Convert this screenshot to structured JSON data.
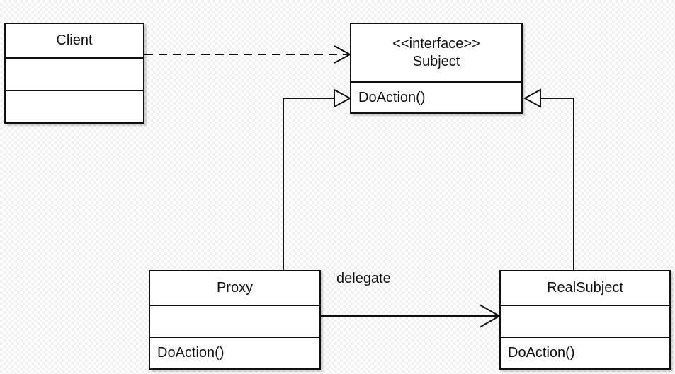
{
  "classes": {
    "client": {
      "name": "Client",
      "stereotype": "",
      "sections": [
        "",
        ""
      ]
    },
    "subject": {
      "name": "Subject",
      "stereotype": "<<interface>>",
      "sections": [
        "DoAction()"
      ]
    },
    "proxy": {
      "name": "Proxy",
      "stereotype": "",
      "sections": [
        "",
        "DoAction()"
      ]
    },
    "realsubject": {
      "name": "RealSubject",
      "stereotype": "",
      "sections": [
        "",
        "DoAction()"
      ]
    }
  },
  "relationships": [
    {
      "from": "client",
      "to": "subject",
      "kind": "dependency",
      "line": "dashed",
      "arrowhead": "open",
      "label": ""
    },
    {
      "from": "proxy",
      "to": "subject",
      "kind": "realization",
      "line": "solid",
      "arrowhead": "hollow-triangle",
      "label": ""
    },
    {
      "from": "realsubject",
      "to": "subject",
      "kind": "realization",
      "line": "solid",
      "arrowhead": "hollow-triangle",
      "label": ""
    },
    {
      "from": "proxy",
      "to": "realsubject",
      "kind": "association",
      "line": "solid",
      "arrowhead": "open",
      "label": "delegate"
    }
  ],
  "colors": {
    "line": "#111111",
    "box_fill": "#ffffff",
    "background": "#ffffff",
    "background_check": "#f1f1f1"
  }
}
